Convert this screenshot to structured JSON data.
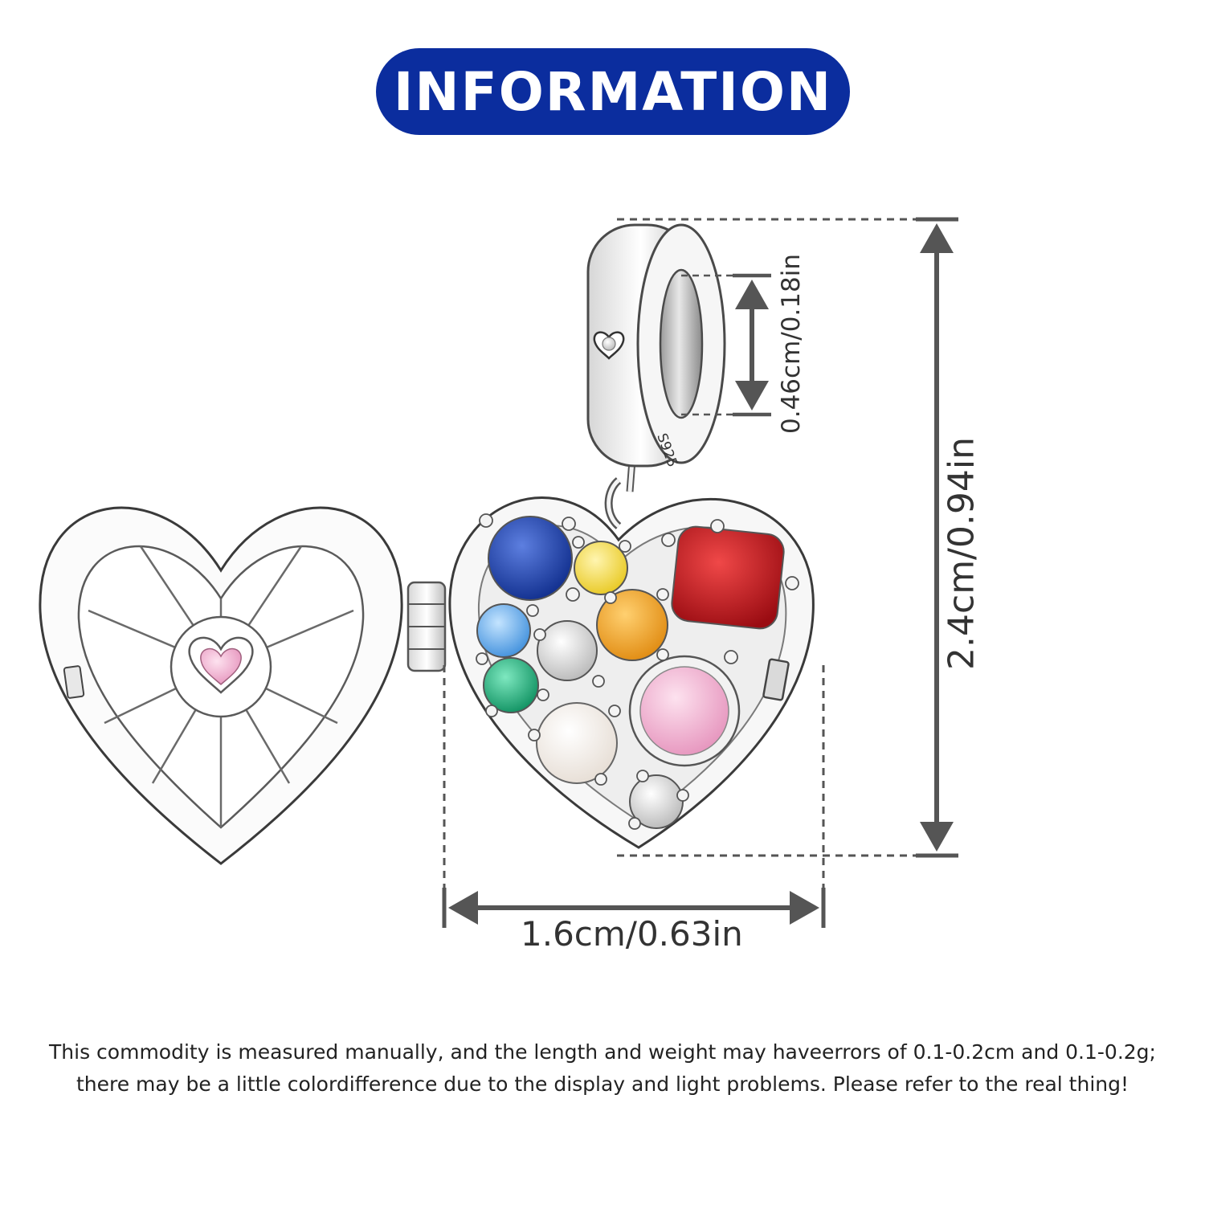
{
  "header": {
    "title": "INFORMATION"
  },
  "colors": {
    "header_bg": "#0b2d9e",
    "dimension_line": "#555555",
    "silver": "#f2f2f2",
    "gem_blue": "#1a3fa8",
    "gem_yellow": "#f5e04a",
    "gem_red": "#c0141c",
    "gem_light_blue": "#5aa8ec",
    "gem_orange": "#f0a020",
    "gem_green": "#1db07a",
    "gem_pink": "#f0a8c8"
  },
  "product": {
    "stamp": "S925"
  },
  "dimensions": {
    "width": "1.6cm/0.63in",
    "height": "2.4cm/0.94in",
    "hole": "0.46cm/0.18in"
  },
  "disclaimer": {
    "line1": "This commodity is measured manually, and the length and weight may haveerrors of 0.1-0.2cm and 0.1-0.2g;",
    "line2": "there may be a little colordifference due to the display and light problems. Please refer to the real thing!"
  }
}
